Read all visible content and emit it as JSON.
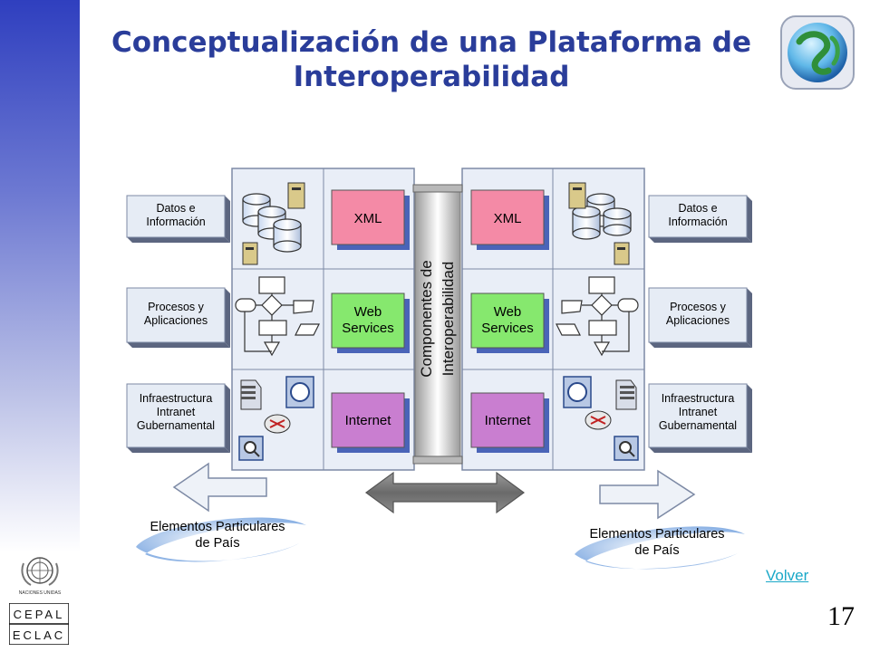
{
  "title": {
    "line1": "Conceptualización de una Plataforma de",
    "line2": "Interoperabilidad"
  },
  "left_labels": [
    "Datos e|Información",
    "Procesos y|Aplicaciones",
    "Infraestructura|Intranet|Gubernamental"
  ],
  "right_labels": [
    "Datos e|Información",
    "Procesos y|Aplicaciones",
    "Infraestructura|Intranet|Gubernamental"
  ],
  "tech_boxes": [
    {
      "label": "XML",
      "color": "#f48aa6"
    },
    {
      "label": "Web|Services",
      "color": "#86e86e"
    },
    {
      "label": "Internet",
      "color": "#c97ed0"
    }
  ],
  "center_label": {
    "line1": "Componentes de",
    "line2": "Interoperabilidad"
  },
  "left_caption": {
    "line1": "Elementos Particulares",
    "line2": "de País"
  },
  "right_caption": {
    "line1": "Elementos Particulares",
    "line2": "de País"
  },
  "icons": [
    "database-icon",
    "server-icon",
    "flowchart-icon",
    "router-icon",
    "network-icon"
  ],
  "volver_label": "Volver",
  "page_number": "17",
  "logo": {
    "un_caption": "NACIONES UNIDAS",
    "cepal_top": "CEPAL",
    "cepal_bottom": "ECLAC"
  }
}
